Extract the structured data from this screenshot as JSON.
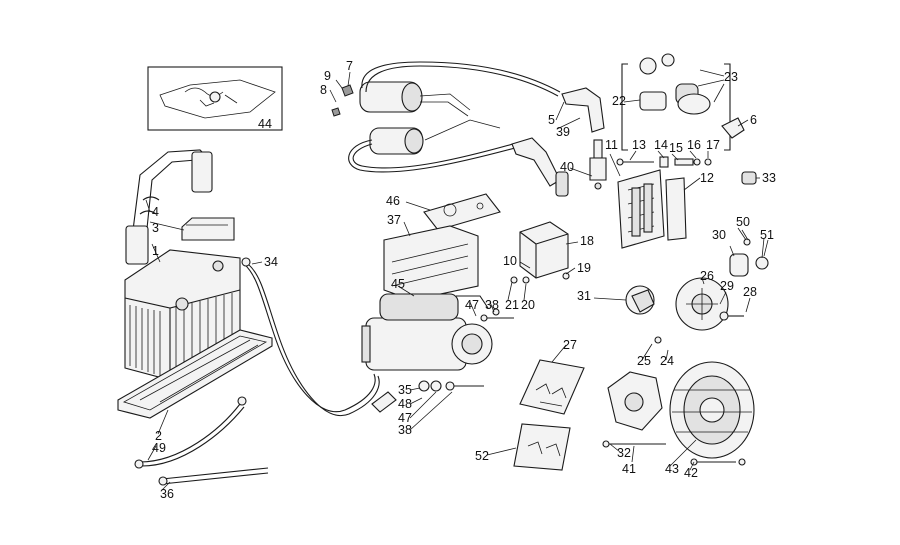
{
  "diagram": {
    "labels": [
      "1",
      "2",
      "3",
      "4",
      "5",
      "6",
      "7",
      "8",
      "9",
      "10",
      "11",
      "12",
      "13",
      "14",
      "15",
      "16",
      "17",
      "18",
      "19",
      "20",
      "21",
      "22",
      "23",
      "24",
      "25",
      "26",
      "27",
      "28",
      "29",
      "30",
      "31",
      "32",
      "33",
      "34",
      "35",
      "36",
      "37",
      "38",
      "38",
      "39",
      "40",
      "41",
      "42",
      "43",
      "44",
      "45",
      "46",
      "47",
      "47",
      "48",
      "49",
      "50",
      "51",
      "52"
    ]
  },
  "colors": {
    "line": "#1b1b1b",
    "background": "#ffffff",
    "fill": "#f3f3f3"
  }
}
